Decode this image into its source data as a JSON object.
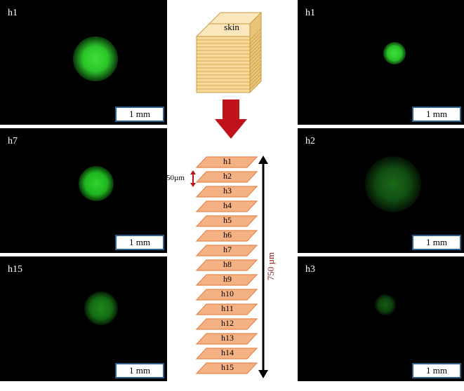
{
  "panels_left": [
    {
      "label": "h1",
      "scale": "1 mm",
      "intensity": 0.95,
      "spot_size": "large"
    },
    {
      "label": "h7",
      "scale": "1 mm",
      "intensity": 0.75,
      "spot_size": "medium"
    },
    {
      "label": "h15",
      "scale": "1 mm",
      "intensity": 0.4,
      "spot_size": "medium"
    }
  ],
  "panels_right": [
    {
      "label": "h1",
      "scale": "1 mm",
      "intensity": 0.9,
      "spot_size": "small"
    },
    {
      "label": "h2",
      "scale": "1 mm",
      "intensity": 0.35,
      "spot_size": "large"
    },
    {
      "label": "h3",
      "scale": "1 mm",
      "intensity": 0.25,
      "spot_size": "small"
    }
  ],
  "diagram": {
    "block_label": "skin",
    "layer_thickness": "50µm",
    "total_depth": "750 µm",
    "layers": [
      "h1",
      "h2",
      "h3",
      "h4",
      "h5",
      "h6",
      "h7",
      "h8",
      "h9",
      "h10",
      "h11",
      "h12",
      "h13",
      "h14",
      "h15"
    ],
    "colors": {
      "block_face": "#f8d99a",
      "block_lines": "#c99a3e",
      "arrow": "#c0121a",
      "layer_fill": "#f4b183",
      "layer_stroke": "#e8874f"
    }
  }
}
